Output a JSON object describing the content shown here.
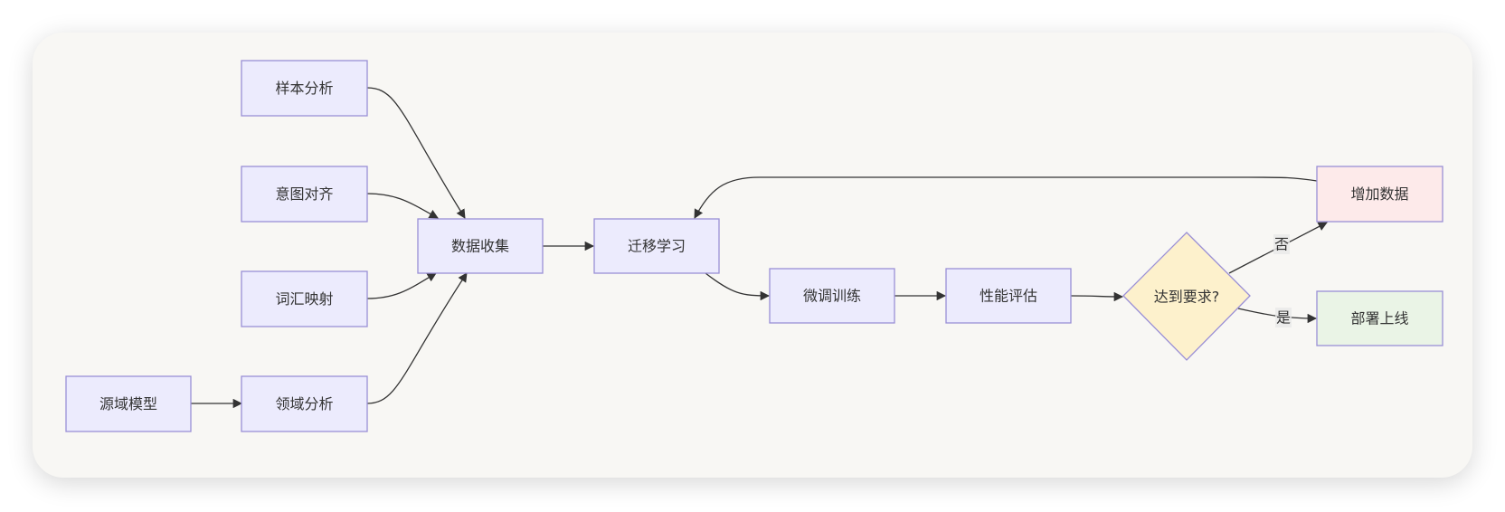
{
  "nodes": {
    "sample_analysis": "样本分析",
    "intent_alignment": "意图对齐",
    "vocab_mapping": "词汇映射",
    "domain_analysis": "领域分析",
    "source_model": "源域模型",
    "data_collection": "数据收集",
    "transfer_learning": "迁移学习",
    "fine_tuning": "微调训练",
    "evaluation": "性能评估",
    "decision": "达到要求?",
    "add_data": "增加数据",
    "deploy": "部署上线"
  },
  "edge_labels": {
    "no": "否",
    "yes": "是"
  },
  "colors": {
    "node_fill": "#ecebfd",
    "node_stroke": "#9a8fd6",
    "decision_fill": "#fdf1cc",
    "add_data_fill": "#fdeaea",
    "deploy_fill": "#eaf4e6",
    "background": "#f8f7f4"
  }
}
